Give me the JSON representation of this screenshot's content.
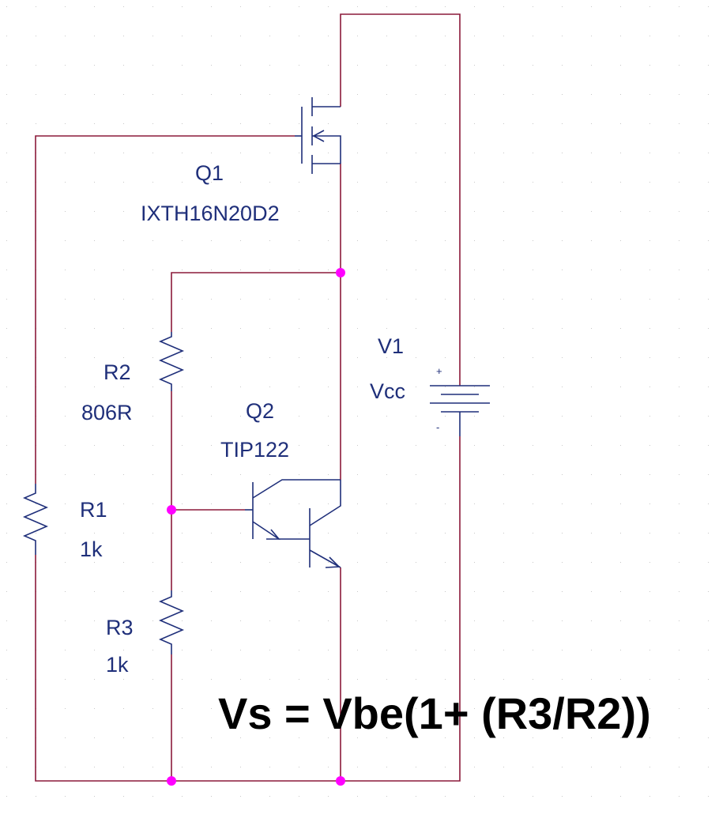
{
  "colors": {
    "wire": "#8b1a3a",
    "symbol": "#1f2f7a",
    "junction": "#ff00ff",
    "label": "#1f2f7a",
    "equation": "#000000",
    "grid_dot": "#c8c8c8"
  },
  "components": {
    "q1": {
      "ref": "Q1",
      "value": "IXTH16N20D2",
      "icon": "n-channel-mosfet-icon"
    },
    "q2": {
      "ref": "Q2",
      "value": "TIP122",
      "icon": "npn-darlington-icon"
    },
    "r1": {
      "ref": "R1",
      "value": "1k",
      "icon": "resistor-icon"
    },
    "r2": {
      "ref": "R2",
      "value": "806R",
      "icon": "resistor-icon"
    },
    "r3": {
      "ref": "R3",
      "value": "1k",
      "icon": "resistor-icon"
    },
    "v1": {
      "ref": "V1",
      "value": "Vcc",
      "plus": "+",
      "minus": "-",
      "icon": "battery-icon"
    }
  },
  "equation": "Vs = Vbe(1+ (R3/R2))"
}
